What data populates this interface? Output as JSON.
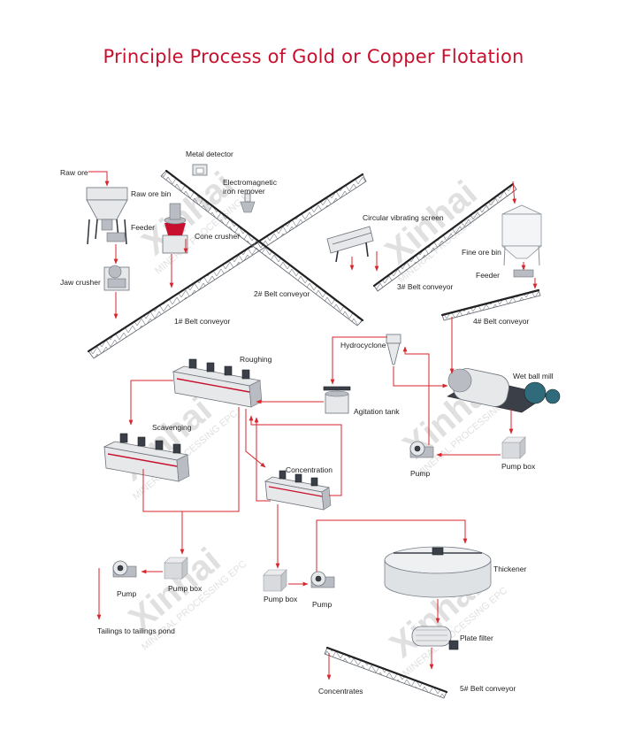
{
  "title": "Principle Process of Gold or Copper Flotation",
  "watermark": {
    "brand": "Xinhai",
    "tagline": "MINERAL PROCESSING EPC"
  },
  "labels": {
    "raw_ore": "Raw ore",
    "raw_ore_bin": "Raw ore bin",
    "feeder_1": "Feeder",
    "jaw_crusher": "Jaw crusher",
    "metal_detector": "Metal detector",
    "iron_remover": "Electromagnetic iron remover",
    "iron_remover_l1": "Electromagnetic",
    "iron_remover_l2": "iron remover",
    "cone_crusher": "Cone crusher",
    "belt_conveyor_1": "1# Belt conveyor",
    "belt_conveyor_2": "2# Belt conveyor",
    "circular_screen": "Circular vibrating screen",
    "belt_conveyor_3": "3# Belt conveyor",
    "fine_ore_bin": "Fine ore bin",
    "feeder_2": "Feeder",
    "belt_conveyor_4": "4# Belt conveyor",
    "hydrocyclone": "Hydrocyclone",
    "wet_ball_mill": "Wet ball mill",
    "roughing": "Roughing",
    "agitation_tank": "Agitation tank",
    "scavenging": "Scavenging",
    "concentration": "Concentration",
    "pump_1": "Pump",
    "pump_box_1": "Pump box",
    "pump_2": "Pump",
    "pump_box_2": "Pump box",
    "tailings": "Tailings to tailings pond",
    "pump_box_3": "Pump box",
    "pump_3": "Pump",
    "thickener": "Thickener",
    "plate_filter": "Plate filter",
    "concentrates": "Concentrates",
    "belt_conveyor_5": "5# Belt conveyor"
  },
  "colors": {
    "accent": "#c8102e",
    "flow_line": "#d9262c",
    "steel": "#5a6068",
    "label": "#222222"
  }
}
